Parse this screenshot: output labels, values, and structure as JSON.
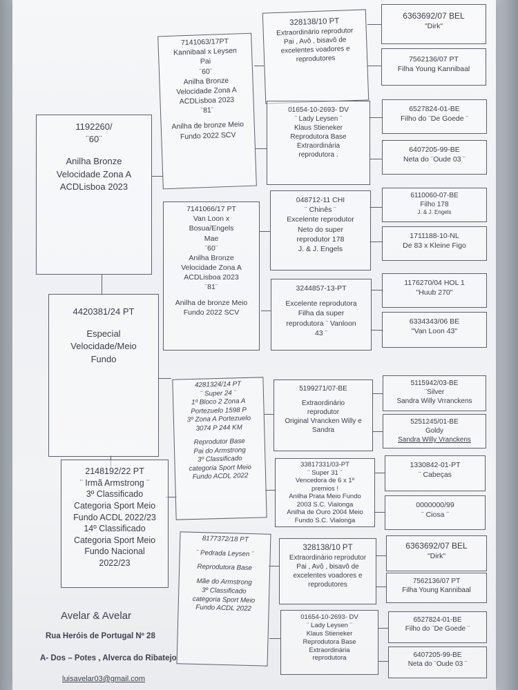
{
  "subject": {
    "lines": [
      "1192260/",
      "¨60¨",
      "Anilha Bronze",
      "Velocidade Zona A",
      "ACDLisboa 2023"
    ]
  },
  "sire_main": {
    "lines": [
      "4420381/24 PT",
      "",
      "Especial",
      "Velocidade/Meio",
      "Fundo"
    ]
  },
  "dam_main": {
    "lines": [
      "2148192/22 PT",
      "¨ Irmã Armstrong ¨",
      "3º Classificado",
      "Categoria Sport Meio",
      "Fundo ACDL 2022/23",
      "14º Classificado",
      "Categoria Sport Meio",
      "Fundo Nacional",
      "2022/23"
    ]
  },
  "gen2": [
    {
      "lines": [
        "7141063/17PT",
        "Kannibaal x Leysen",
        "Pai",
        "¨60¨",
        "Anilha Bronze",
        "Velocidade Zona A",
        "ACDLisboa 2023",
        "¨81¨",
        "",
        "Anilha de bronze Meio",
        "Fundo 2022 SCV"
      ]
    },
    {
      "lines": [
        "7141066/17 PT",
        "Van Loon x",
        "Bosua/Engels",
        "Mae",
        "¨60¨",
        "Anilha Bronze",
        "Velocidade Zona A",
        "ACDLisboa 2023",
        "¨81¨",
        "",
        "Anilha de bronze Meio",
        "Fundo 2022 SCV"
      ]
    },
    {
      "lines": [
        "4281324/14 PT",
        "¨ Super 24 ¨",
        "1º Bloco 2 Zona A",
        "Portezuelo 1598 P",
        "3º Zona A Portezuelo",
        "3074 P  244 KM",
        "",
        "Reprodutor Base",
        "Pai do Armstrong",
        "3º Classificado",
        "categoria Sport Meio",
        "Fundo ACDL 2022"
      ]
    },
    {
      "lines": [
        "8177372/18 PT",
        "",
        "¨ Pedrada Leysen ¨",
        "",
        "Reprodutora Base",
        "",
        "Mãe do Armstrong",
        "3º Classificado",
        "categoria Sport Meio",
        "Fundo ACDL 2022"
      ]
    }
  ],
  "gen3": [
    {
      "lines": [
        "328138/10 PT",
        "Extraordinário reprodutor",
        "Pai , Avô , bisavô de",
        "excelentes voadores e",
        "reprodutores"
      ]
    },
    {
      "lines": [
        "01654-10-2693- DV",
        "¨ Lady Leysen ¨",
        "Klaus Stieneker",
        "Reprodutora Base",
        "Extraordinária",
        "reprodutora ."
      ]
    },
    {
      "lines": [
        "048712-11 CHI",
        "¨ Chinês ¨",
        "Excelente reprodutor",
        "Neto do super",
        "reprodutor 178",
        "J. & J. Engels"
      ]
    },
    {
      "lines": [
        "3244857-13-PT",
        "",
        "Excelente reprodutora",
        "Filha da super",
        "reprodutora ¨ Vanloon",
        "43 ¨"
      ]
    },
    {
      "lines": [
        "5199271/07-BE",
        "",
        "Extraordinário",
        "reprodutor",
        "Original Vrancken Willy e",
        "Sandra"
      ]
    },
    {
      "lines": [
        "33817331/03-PT",
        "¨ Super 31 ¨",
        "Vencedora de 6 x 1º",
        "premios !",
        "Anilha Prata Meio Fundo",
        "2003 S.C. Vialonga",
        "Anilha de Ouro 2004 Meio",
        "Fundo S.C. Vialonga"
      ]
    },
    {
      "lines": [
        "328138/10 PT",
        "Extraordinário reprodutor",
        "Pai , Avô , bisavô de",
        "excelentes voadores e",
        "reprodutores"
      ]
    },
    {
      "lines": [
        "01654-10-2693- DV",
        "¨ Lady Leysen ¨",
        "Klaus Stieneker",
        "Reprodutora Base",
        "Extraordinária",
        "reprodutora"
      ]
    }
  ],
  "gen4": [
    {
      "lines": [
        "6363692/07 BEL",
        "\"Dirk\""
      ]
    },
    {
      "lines": [
        "7562136/07 PT",
        "Filha Young Kannibaal"
      ]
    },
    {
      "lines": [
        "6527824-01-BE",
        "Filho do ¨De Goede ¨"
      ]
    },
    {
      "lines": [
        "6407205-99-BE",
        "Neta do ¨Oude 03 ¨"
      ]
    },
    {
      "lines": [
        "6110060-07-BE",
        "Filho 178",
        "J. & J. Engels"
      ]
    },
    {
      "lines": [
        "1711188-10-NL",
        "De 83 x Kleine Figo"
      ]
    },
    {
      "lines": [
        "1176270/04 HOL 1",
        "\"Huub 270\""
      ]
    },
    {
      "lines": [
        "6334343/06 BE",
        "\"Van Loon 43\""
      ]
    },
    {
      "lines": [
        "5115942/03-BE",
        "¨Silver",
        "Sandra Willy Vrranckens"
      ]
    },
    {
      "lines": [
        "5251245/01-BE",
        "Goldy",
        "Sandra Willy Vranckens"
      ]
    },
    {
      "lines": [
        "1330842-01-PT",
        "¨ Cabeças"
      ]
    },
    {
      "lines": [
        "0000000/99",
        "¨ Ciosa ¨"
      ]
    },
    {
      "lines": [
        "6363692/07 BEL",
        "\"Dirk\""
      ]
    },
    {
      "lines": [
        "7562136/07 PT",
        "Filha Young Kannibaal"
      ]
    },
    {
      "lines": [
        "6527824-01-BE",
        "Filho do ¨De Goede ¨"
      ]
    },
    {
      "lines": [
        "6407205-99-BE",
        "Neta do ¨Oude 03 ¨"
      ]
    }
  ],
  "footer": {
    "name": "Avelar & Avelar",
    "address": "Rua Heróis de Portugal  Nº 28",
    "locality": "A- Dos – Potes  , Alverca do Ribatejo",
    "email": "luisavelar03@gmail.com"
  }
}
